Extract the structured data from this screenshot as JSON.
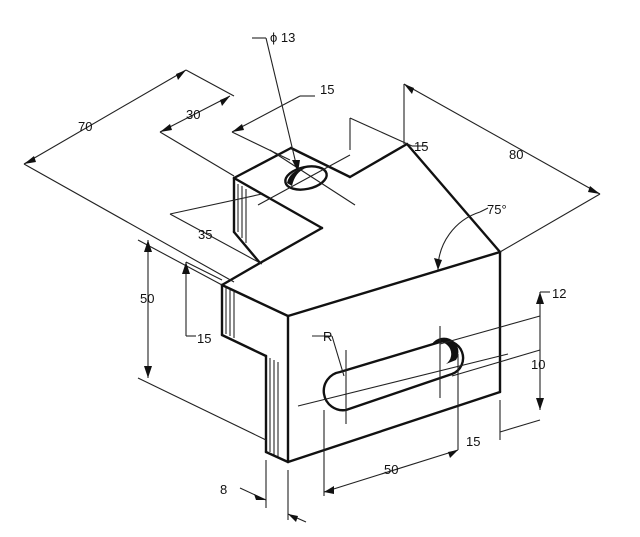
{
  "diagram": {
    "dimensions": {
      "d70": "70",
      "d30": "30",
      "d15_top": "15",
      "d15_right": "15",
      "d80": "80",
      "d35": "35",
      "d50_height": "50",
      "d15_step": "15",
      "d75deg": "75°",
      "d12": "12",
      "d10": "10",
      "d15_bottom": "15",
      "d50_slot": "50",
      "d8": "8",
      "radius": "R",
      "hole": "ϕ 13"
    }
  }
}
